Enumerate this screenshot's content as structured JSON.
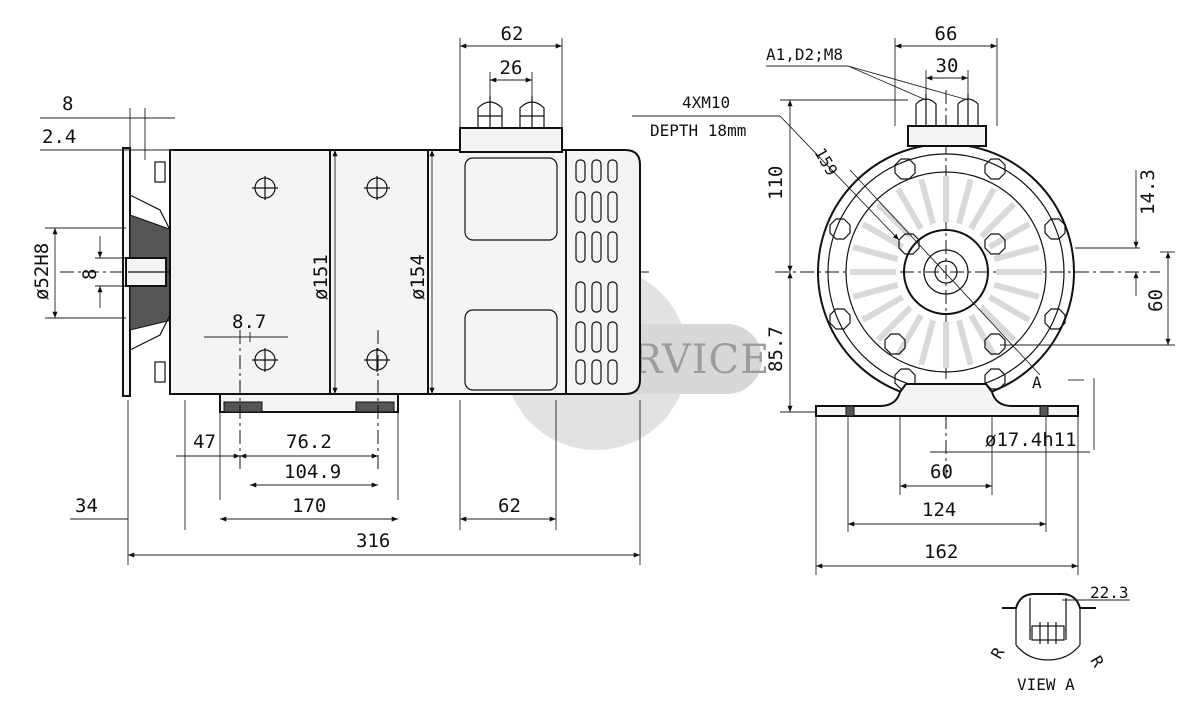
{
  "watermark": {
    "text": "TRADESERVICE"
  },
  "side_view": {
    "dim_62_top": "62",
    "dim_26": "26",
    "dim_8": "8",
    "dim_2_4": "2.4",
    "dim_52h8": "ø52H8",
    "dim_8_shaft": "8",
    "dim_151": "ø151",
    "dim_154": "ø154",
    "dim_8_7": "8.7",
    "dim_47": "47",
    "dim_76_2": "76.2",
    "dim_104_9": "104.9",
    "dim_170": "170",
    "dim_34": "34",
    "dim_62_bottom": "62",
    "dim_316": "316"
  },
  "end_view": {
    "dim_66": "66",
    "dim_30": "30",
    "terminal_label": "A1,D2;M8",
    "thread_label": "4XM10",
    "depth_label": "DEPTH 18mm",
    "dim_159": "159",
    "dim_110": "110",
    "dim_85_7": "85.7",
    "dim_14_3": "14.3",
    "dim_60_right": "60",
    "section_a": "A",
    "dim_17_4": "ø17.4h11",
    "dim_60_bottom": "60",
    "dim_124": "124",
    "dim_162": "162"
  },
  "view_a": {
    "dim_22_3": "22.3",
    "radius_left": "R",
    "radius_right": "R",
    "caption": "VIEW A"
  }
}
